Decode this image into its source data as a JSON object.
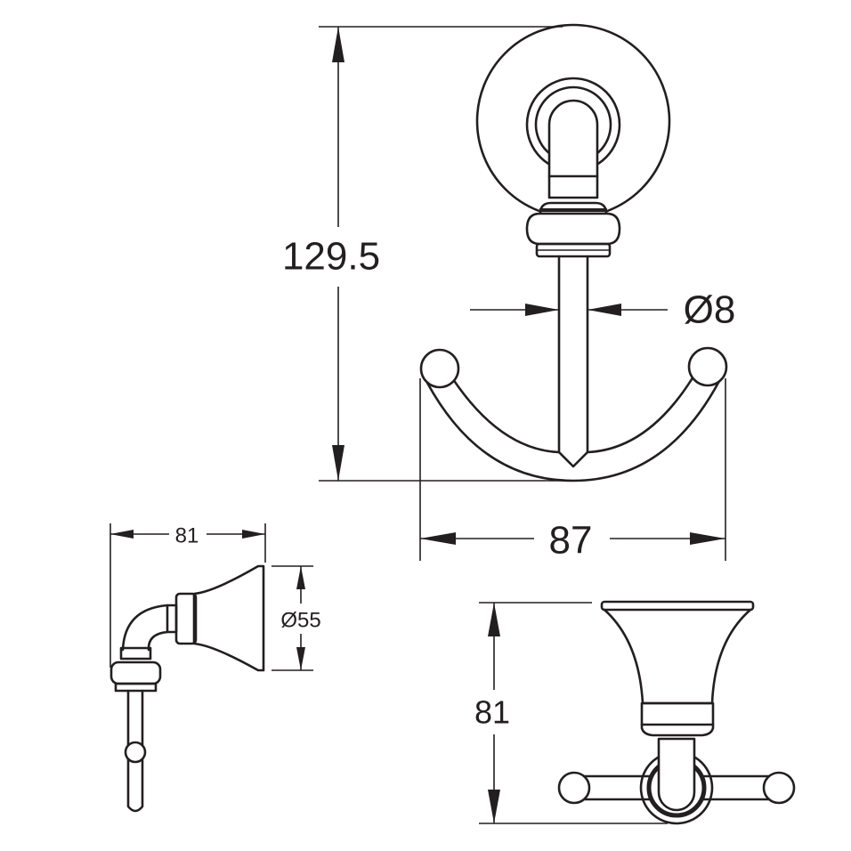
{
  "dimensions": {
    "height_front": "129.5",
    "rod_diameter": "Ø8",
    "width_front": "87",
    "depth_side": "81",
    "base_diameter": "Ø55",
    "depth_bottom": "81"
  },
  "colors": {
    "line": "#231f20",
    "background": "#ffffff"
  }
}
